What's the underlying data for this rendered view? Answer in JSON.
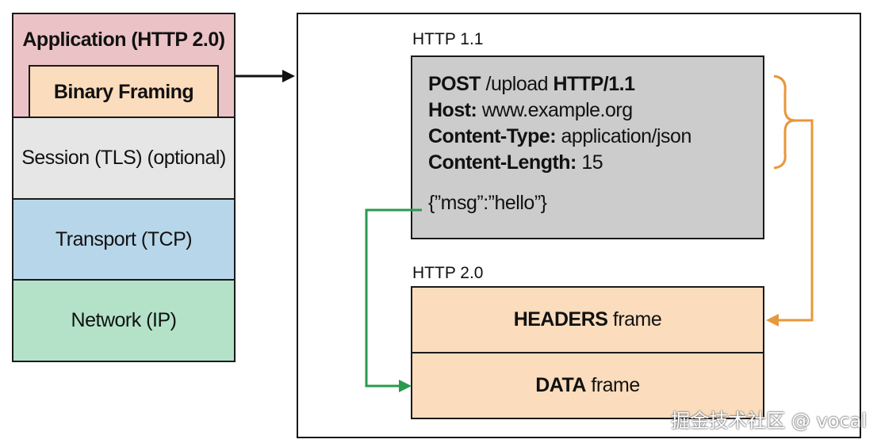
{
  "stack": {
    "application": {
      "label": "Application (HTTP 2.0)",
      "color": "#ebc3c6"
    },
    "binary_framing": {
      "label": "Binary Framing",
      "color": "#fbdcbc"
    },
    "session": {
      "label": "Session (TLS) (optional)",
      "color": "#e6e6e6"
    },
    "transport": {
      "label": "Transport (TCP)",
      "color": "#b8d6e9"
    },
    "network": {
      "label": "Network (IP)",
      "color": "#b3e2c8"
    }
  },
  "http11": {
    "heading": "HTTP 1.1",
    "lines": [
      {
        "key": "POST",
        "value": " /upload ",
        "suffix": "HTTP/1.1"
      },
      {
        "key": "Host:",
        "value": " www.example.org"
      },
      {
        "key": "Content-Type:",
        "value": " application/json"
      },
      {
        "key": "Content-Length:",
        "value": " 15"
      }
    ],
    "body": "{”msg”:”hello”}",
    "box_color": "#cccccc"
  },
  "http20": {
    "heading": "HTTP 2.0",
    "headers_frame": {
      "key": "HEADERS",
      "value": " frame"
    },
    "data_frame": {
      "key": "DATA",
      "value": " frame"
    }
  },
  "colors": {
    "orange_arrow": "#e8973a",
    "green_arrow": "#2a9a4e"
  },
  "watermark": "掘金技术社区 @ vocal"
}
